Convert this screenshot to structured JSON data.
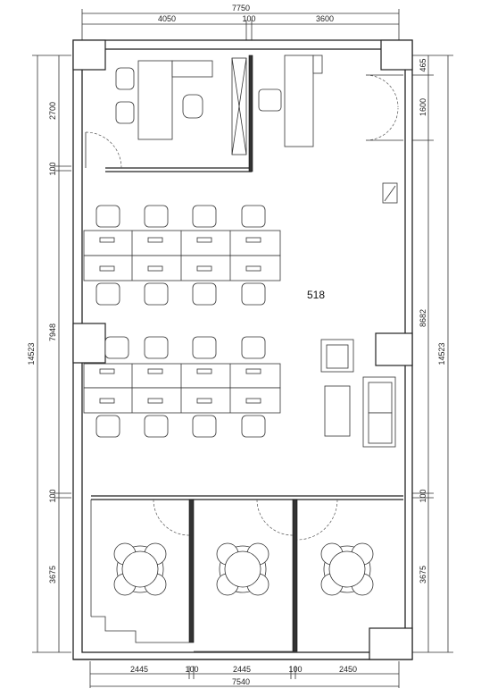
{
  "room_label": "518",
  "dimensions": {
    "top_total": "7750",
    "top_left": "4050",
    "top_mid": "100",
    "top_right": "3600",
    "bottom_total": "7540",
    "bottom_1": "2445",
    "bottom_2": "100",
    "bottom_3": "2445",
    "bottom_4": "100",
    "bottom_5": "2450",
    "left_total": "14523",
    "left_1": "2700",
    "left_2": "100",
    "left_3": "7948",
    "left_4": "100",
    "left_5": "3675",
    "right_total": "14523",
    "right_1": "465",
    "right_2": "1600",
    "right_3": "8682",
    "right_4": "100",
    "right_5": "3675"
  }
}
